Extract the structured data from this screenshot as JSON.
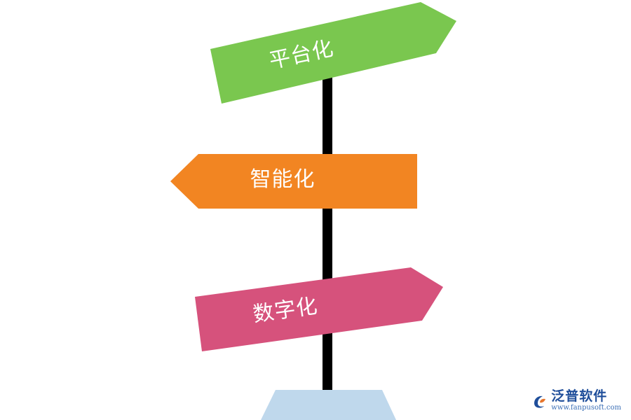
{
  "signs": [
    {
      "label": "平台化",
      "direction": "right",
      "color": "#7ac74f"
    },
    {
      "label": "智能化",
      "direction": "left",
      "color": "#f28522"
    },
    {
      "label": "数字化",
      "direction": "right",
      "color": "#d6527c"
    }
  ],
  "post": {
    "color": "#000000"
  },
  "base": {
    "color": "#bfd8ec"
  },
  "logo": {
    "name": "泛普软件",
    "url": "www.fanpusoft.com",
    "colors": {
      "primary": "#1f4e9a",
      "accent": "#e8762c"
    }
  }
}
